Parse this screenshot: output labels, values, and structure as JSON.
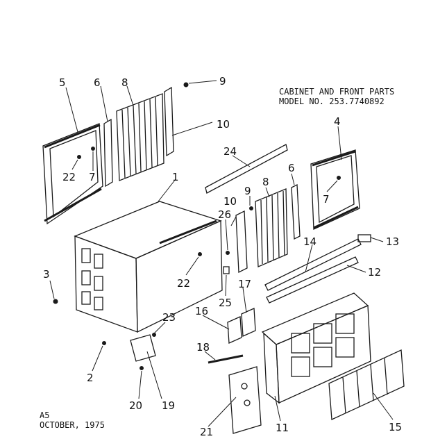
{
  "title": {
    "line1": "CABINET AND FRONT PARTS",
    "line2": "MODEL NO.  253.7740892"
  },
  "footer": {
    "code": "A5",
    "date": "OCTOBER, 1975"
  },
  "parts": {
    "p1": "1",
    "p2": "2",
    "p3": "3",
    "p4": "4",
    "p5": "5",
    "p6a": "6",
    "p6b": "6",
    "p7a": "7",
    "p7b": "7",
    "p8a": "8",
    "p8b": "8",
    "p9a": "9",
    "p9b": "9",
    "p10a": "10",
    "p10b": "10",
    "p11": "11",
    "p12": "12",
    "p13": "13",
    "p14": "14",
    "p15": "15",
    "p16": "16",
    "p17": "17",
    "p18": "18",
    "p19": "19",
    "p20": "20",
    "p21": "21",
    "p22a": "22",
    "p22b": "22",
    "p23": "23",
    "p24": "24",
    "p25": "25",
    "p26": "26"
  }
}
